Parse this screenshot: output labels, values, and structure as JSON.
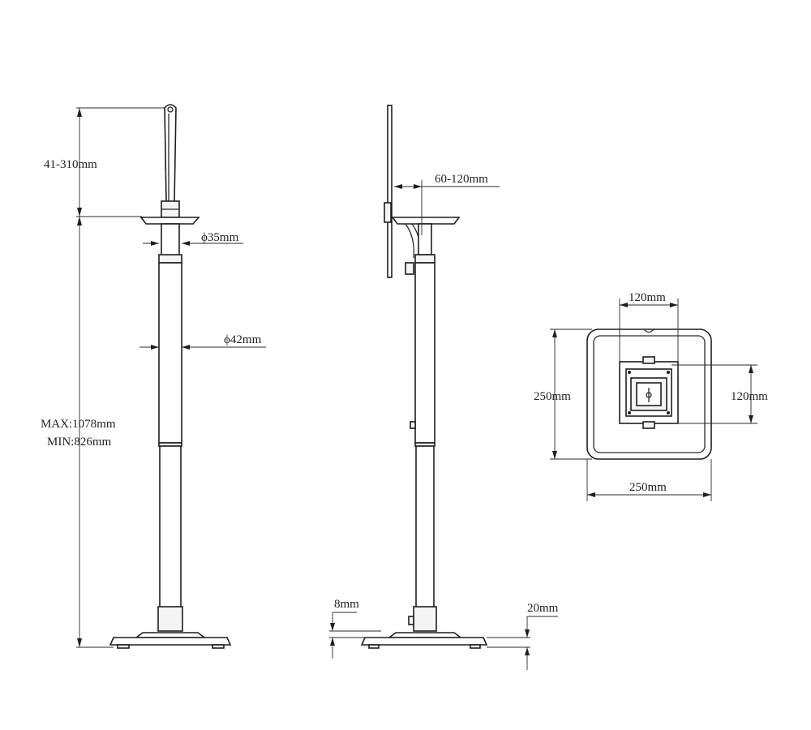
{
  "front_view": {
    "top_adjust": "41-310mm",
    "upper_tube_diameter": "ϕ35mm",
    "lower_tube_diameter": "ϕ42mm",
    "height_max": "MAX:1078mm",
    "height_min": "MIN:826mm"
  },
  "side_view": {
    "arm_reach": "60-120mm",
    "base_clearance": "8mm",
    "base_thickness": "20mm"
  },
  "base_plate_view": {
    "plate_width": "250mm",
    "plate_depth": "250mm",
    "hole_spacing_x": "120mm",
    "hole_spacing_y": "120mm"
  },
  "colors": {
    "line": "#1e1e1e",
    "text": "#222222"
  }
}
